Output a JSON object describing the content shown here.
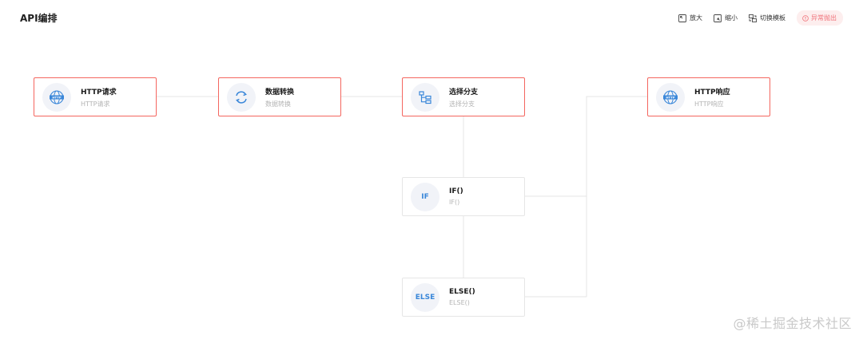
{
  "header": {
    "title": "API编排"
  },
  "toolbar": {
    "zoom_in": "放大",
    "zoom_out": "缩小",
    "switch_template": "切换模板",
    "error_button": "异常抛出"
  },
  "nodes": {
    "http_request": {
      "name": "HTTP请求",
      "sub": "HTTP请求",
      "icon": "globe-http-icon"
    },
    "data_transform": {
      "name": "数据转换",
      "sub": "数据转换",
      "icon": "transform-arrows-icon"
    },
    "branch": {
      "name": "选择分支",
      "sub": "选择分支",
      "icon": "branch-tree-icon"
    },
    "http_response": {
      "name": "HTTP响应",
      "sub": "HTTP响应",
      "icon": "globe-http-icon"
    },
    "if_node": {
      "name": "IF()",
      "sub": "IF()",
      "badge": "IF"
    },
    "else_node": {
      "name": "ELSE()",
      "sub": "ELSE()",
      "badge": "ELSE"
    }
  },
  "colors": {
    "active_border": "#f4665f",
    "icon_blue": "#3a87d9",
    "error_bg": "#fdeeee",
    "error_text": "#f0727a"
  },
  "watermark": "@稀土掘金技术社区"
}
